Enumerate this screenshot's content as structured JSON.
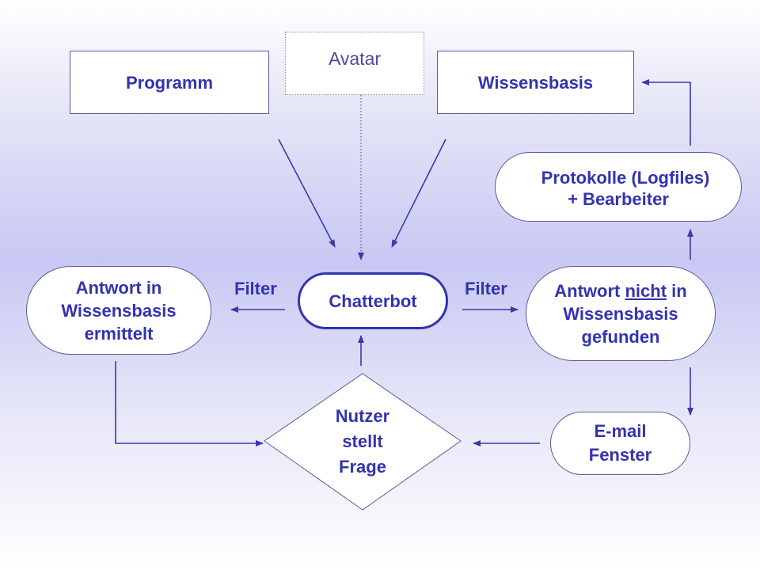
{
  "nodes": {
    "programm": "Programm",
    "avatar": "Avatar",
    "wissensbasis": "Wissensbasis",
    "protokolle": {
      "line1": "Protokolle (Logfiles)",
      "line2": "+ Bearbeiter"
    },
    "antwort_in": {
      "line1": "Antwort in",
      "line2": "Wissensbasis",
      "line3": "ermittelt"
    },
    "chatterbot": "Chatterbot",
    "antwort_nicht": {
      "line1_pre": "Antwort ",
      "line1_ul": "nicht",
      "line1_post": " in",
      "line2": "Wissensbasis",
      "line3": "gefunden"
    },
    "nutzer": {
      "line1": "Nutzer",
      "line2": "stellt",
      "line3": "Frage"
    },
    "email": {
      "line1": "E-mail",
      "line2": "Fenster"
    }
  },
  "edge_labels": {
    "filter_left": "Filter",
    "filter_right": "Filter"
  },
  "colors": {
    "text": "#3333b0",
    "arrow": "#3a3aa8"
  }
}
